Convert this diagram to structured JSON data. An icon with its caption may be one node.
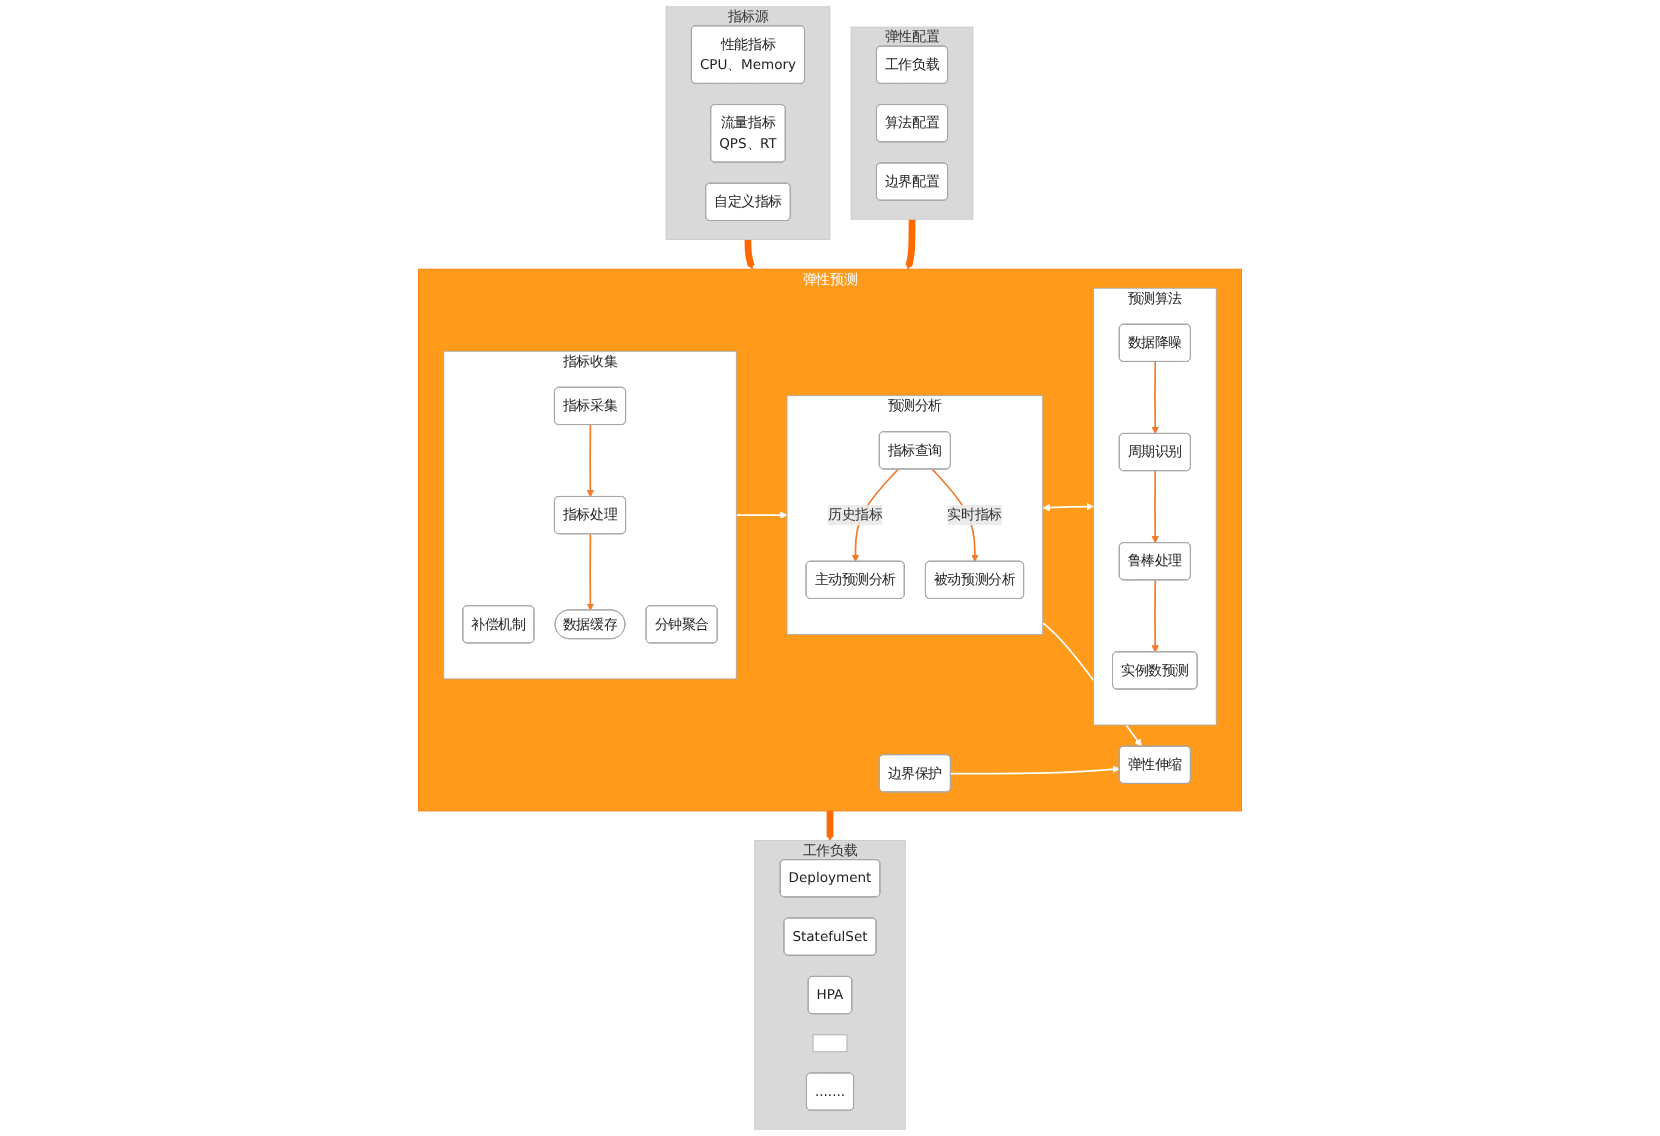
{
  "diagram": {
    "nodes": [
      {
        "text": [
          "指标源"
        ]
      },
      {
        "text": [
          "性能指标",
          "CPU、Memory"
        ],
        "in": 0
      },
      {
        "text": [
          "流量指标",
          "QPS、RT"
        ],
        "in": 0
      },
      {
        "text": [
          "自定义指标"
        ],
        "in": 0
      },
      {
        "text": [
          "弹性配置"
        ]
      },
      {
        "text": [
          "工作负载"
        ],
        "in": 4
      },
      {
        "text": [
          "算法配置"
        ],
        "in": 4
      },
      {
        "text": [
          "边界配置"
        ],
        "in": 4
      },
      {
        "text": [
          "弹性预测"
        ]
      },
      {
        "text": [
          "指标收集"
        ],
        "in": 8
      },
      {
        "text": [
          "补偿机制"
        ],
        "in": 9
      },
      {
        "text": [
          "分钟聚合"
        ],
        "in": 9
      },
      {
        "text": [
          "指标采集"
        ],
        "in": 9
      },
      {
        "text": [
          "指标处理"
        ],
        "in": 9
      },
      {
        "text": [
          "数据缓存"
        ],
        "in": 9
      },
      {
        "text": [
          "预测分析"
        ],
        "in": 8
      },
      {
        "text": [
          "指标查询"
        ],
        "in": 15
      },
      {
        "text": [
          "主动预测分析"
        ],
        "in": 15
      },
      {
        "text": [
          "被动预测分析"
        ],
        "in": 15
      },
      {
        "text": [
          "预测算法"
        ],
        "in": 8
      },
      {
        "text": [
          "数据降噪"
        ],
        "in": 19
      },
      {
        "text": [
          "周期识别"
        ],
        "in": 19
      },
      {
        "text": [
          "鲁棒处理"
        ],
        "in": 19
      },
      {
        "text": [
          "实例数预测"
        ],
        "in": 19
      },
      {
        "text": [
          "边界保护"
        ],
        "in": 8
      },
      {
        "text": [
          "弹性伸缩"
        ],
        "in": 8
      },
      {
        "text": [
          "工作负载"
        ]
      },
      {
        "text": [
          "Deployment"
        ],
        "in": 26
      },
      {
        "text": [
          "StatefulSet"
        ],
        "in": 26
      },
      {
        "text": [
          "HPA"
        ],
        "in": 26
      },
      {
        "text": [],
        "shape": "box",
        "in": 26
      },
      {
        "text": [
          "......."
        ],
        "in": 26
      }
    ],
    "edges": [
      {
        "from": 0,
        "to": 8,
        "arrow": "to",
        "style": "thick",
        "color": "#ff6a00"
      },
      {
        "from": 4,
        "to": 8,
        "arrow": "to",
        "style": "thick",
        "color": "#ff6a00"
      },
      {
        "from": 12,
        "to": 13,
        "arrow": "to"
      },
      {
        "from": 13,
        "to": 14,
        "arrow": "to"
      },
      {
        "from": 9,
        "to": 15,
        "arrow": "to",
        "color": "#ffffff"
      },
      {
        "from": 16,
        "to": 17,
        "arrow": "to",
        "label": "历史指标"
      },
      {
        "from": 16,
        "to": 18,
        "arrow": "to",
        "label": "实时指标"
      },
      {
        "from": 15,
        "to": 19,
        "arrow": "both",
        "color": "#ffffff"
      },
      {
        "from": 20,
        "to": 21,
        "arrow": "to"
      },
      {
        "from": 21,
        "to": 22,
        "arrow": "to"
      },
      {
        "from": 22,
        "to": 23,
        "arrow": "to"
      },
      {
        "from": 15,
        "to": 25,
        "arrow": "to",
        "color": "#ffffff"
      },
      {
        "from": 24,
        "to": 25,
        "arrow": "to",
        "color": "#ffffff"
      },
      {
        "from": 8,
        "to": 26,
        "arrow": "to",
        "style": "thick",
        "color": "#ff6a00"
      }
    ]
  }
}
